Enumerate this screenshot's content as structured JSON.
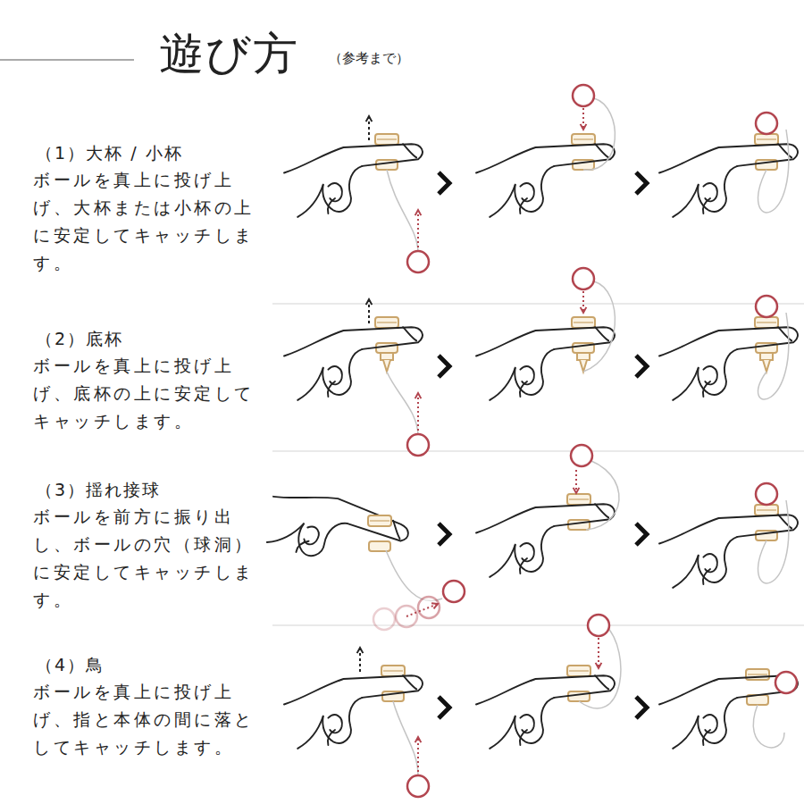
{
  "diagram": {
    "title": "遊び方",
    "labels": [
      "（参考まで）",
      "（1）大杯 / 小杯",
      "ボールを真上に投げ上げ、大杯または小杯の上に安定してキャッチします。",
      "（2）底杯",
      "ボールを真上に投げ上げ、底杯の上に安定してキャッチします。",
      "（3）揺れ接球",
      "ボールを前方に振り出し、ボールの穴（球洞）に安定してキャッチします。",
      "（4）鳥",
      "ボールを真上に投げ上げ、指と本体の間に落としてキャッチします。"
    ]
  }
}
